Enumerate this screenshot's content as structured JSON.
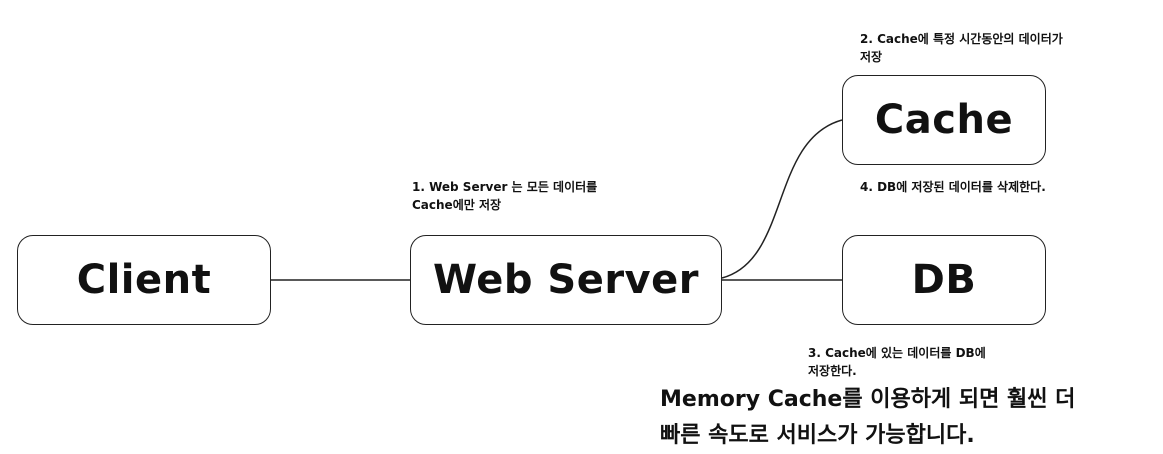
{
  "nodes": {
    "client": "Client",
    "web_server": "Web Server",
    "cache": "Cache",
    "db": "DB"
  },
  "annotations": {
    "step1": [
      "1. Web Server 는 모든 데이터를",
      "Cache에만 저장"
    ],
    "step2": [
      "2. Cache에 특정 시간동안의 데이터가",
      "저장"
    ],
    "step3": [
      "3. Cache에 있는 데이터를 DB에",
      "저장한다."
    ],
    "step4": [
      "4. DB에 저장된 데이터를 삭제한다."
    ]
  },
  "summary": [
    "Memory Cache를 이용하게 되면 훨씬 더",
    "빠른 속도로 서비스가 가능합니다."
  ],
  "colors": {
    "stroke": "#222222",
    "text": "#111111",
    "background": "#ffffff"
  }
}
